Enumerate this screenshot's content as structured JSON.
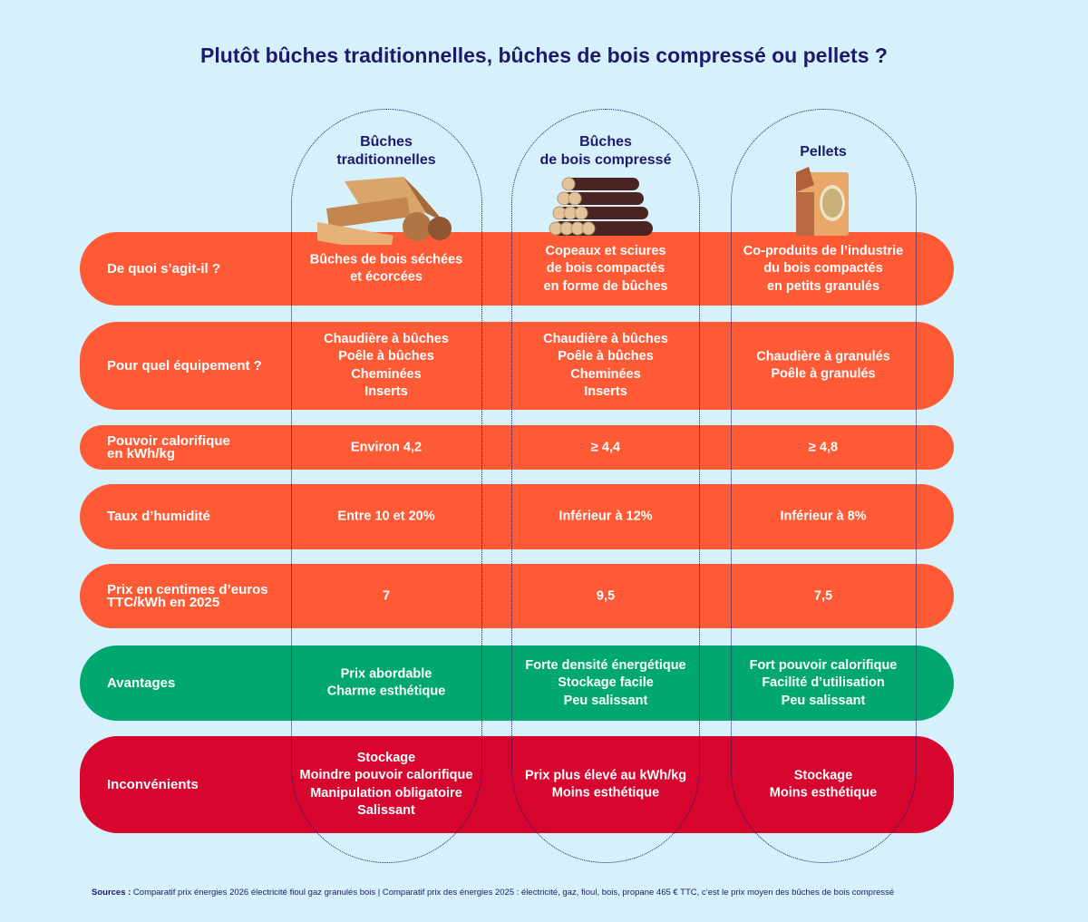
{
  "title": "Plutôt bûches traditionnelles, bûches de bois compressé ou pellets ?",
  "columns": [
    {
      "line1": "Bûches",
      "line2": "traditionnelles",
      "icon": "firewood-logs-icon"
    },
    {
      "line1": "Bûches",
      "line2": "de bois compressé",
      "icon": "compressed-logs-icon"
    },
    {
      "line1": "Pellets",
      "line2": "",
      "icon": "pellet-bag-icon"
    }
  ],
  "rows": [
    {
      "label": [
        "De quoi s’agit-il ?"
      ],
      "color": "#ff5a36",
      "cells": [
        [
          "Bûches de bois séchées",
          "et écorcées"
        ],
        [
          "Copeaux et sciures",
          "de bois compactés",
          "en forme de bûches"
        ],
        [
          "Co-produits de l’industrie",
          "du bois compactés",
          "en petits granulés"
        ]
      ]
    },
    {
      "label": [
        "Pour quel équipement ?"
      ],
      "color": "#ff5a36",
      "cells": [
        [
          "Chaudière à bûches",
          "Poêle à bûches",
          "Cheminées",
          "Inserts"
        ],
        [
          "Chaudière à bûches",
          "Poêle à bûches",
          "Cheminées",
          "Inserts"
        ],
        [
          "Chaudière à granulés",
          "Poêle à granulés"
        ]
      ]
    },
    {
      "label": [
        "Pouvoir calorifique",
        "en kWh/kg"
      ],
      "color": "#ff5a36",
      "cells": [
        [
          "Environ 4,2"
        ],
        [
          "≥ 4,4"
        ],
        [
          "≥ 4,8"
        ]
      ]
    },
    {
      "label": [
        "Taux d’humidité"
      ],
      "color": "#ff5a36",
      "cells": [
        [
          "Entre 10 et 20%"
        ],
        [
          "Inférieur à 12%"
        ],
        [
          "Inférieur à 8%"
        ]
      ]
    },
    {
      "label": [
        "Prix en centimes d’euros",
        "TTC/kWh en 2025"
      ],
      "color": "#ff5a36",
      "cells": [
        [
          "7"
        ],
        [
          "9,5"
        ],
        [
          "7,5"
        ]
      ]
    },
    {
      "label": [
        "Avantages"
      ],
      "color": "#00a870",
      "cells": [
        [
          "Prix abordable",
          "Charme esthétique"
        ],
        [
          "Forte densité énergétique",
          "Stockage facile",
          "Peu salissant"
        ],
        [
          "Fort pouvoir calorifique",
          "Facilité d’utilisation",
          "Peu salissant"
        ]
      ]
    },
    {
      "label": [
        "Inconvénients"
      ],
      "color": "#d7062f",
      "cells": [
        [
          "Stockage",
          "Moindre pouvoir calorifique",
          "Manipulation obligatoire",
          "Salissant"
        ],
        [
          "Prix plus élevé au kWh/kg",
          "Moins esthétique"
        ],
        [
          "Stockage",
          "Moins esthétique"
        ]
      ]
    }
  ],
  "footer": {
    "label": "Sources :",
    "text": " Comparatif prix énergies 2026 électricité fioul gaz granulés bois | Comparatif prix des énergies 2025 : électricité, gaz, fioul, bois, propane 465 € TTC, c’est le prix moyen des bûches de bois compressé"
  }
}
